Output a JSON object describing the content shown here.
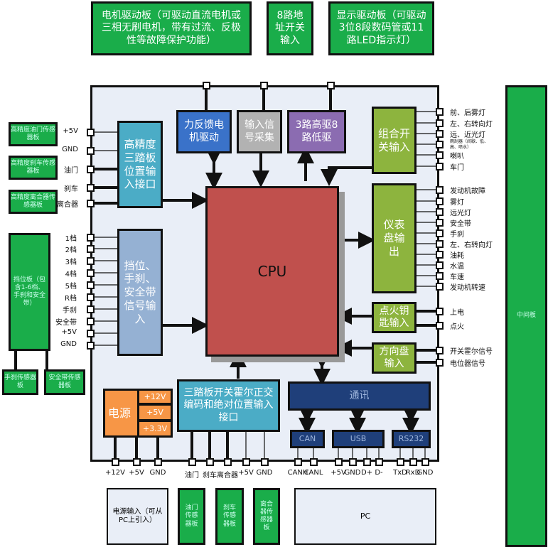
{
  "top": {
    "motor_board": "电机驱动板（可驱动直流电机或三相无刷电机，带有过流、反极性等故障保护功能）",
    "address_switch": "8路地址开关输入",
    "display_board": "显示驱动板（可驱动3位8段数码管或11路LED指示灯）"
  },
  "blocks": {
    "force_feedback": "力反馈电机驱动",
    "input_sampling": "输入信号采集",
    "drivers": "3路高驱8路低驱",
    "pedal_input": "高精度三踏板位置输入接口",
    "gear_input": "挡位、手刹、安全带信号输入",
    "cpu": "CPU",
    "combo_switch": "组合开关输入",
    "dashboard": "仪表盘输出",
    "ignition": "点火钥匙输入",
    "steering": "方向盘输入",
    "power": "电源",
    "power_rails": [
      "+12V",
      "+5V",
      "+3.3V"
    ],
    "pedal_encoder": "三踏板开关霍尔正交编码和绝对位置输入接口",
    "comm": "通讯",
    "can": "CAN",
    "usb": "USB",
    "rs232": "RS232"
  },
  "left_boards": {
    "throttle": "高精度油门传感器板",
    "brake": "高精度刹车传感器板",
    "clutch": "高精度离合器传感器板",
    "gear": "挡位板（包含1-6档、手刹和安全带）",
    "handbrake": "手刹传感器板",
    "seatbelt": "安全带传感器板"
  },
  "left_pins_pedal": [
    "+5V",
    "GND",
    "油门",
    "刹车",
    "离合器"
  ],
  "left_pins_gear": [
    "1档",
    "2档",
    "3档",
    "4档",
    "5档",
    "R档",
    "手刹",
    "安全带",
    "+5V",
    "GND"
  ],
  "right_pins_combo": [
    "前、后雾灯",
    "左、右转向灯",
    "远、近光灯",
    "雨刮器（间歇、低、高、喷水）",
    "喇叭",
    "车门"
  ],
  "right_pins_dash": [
    "发动机故障",
    "雾灯",
    "远光灯",
    "安全带",
    "手刹",
    "左、右转向灯",
    "油耗",
    "水温",
    "车速",
    "发动机转速"
  ],
  "right_pins_ign": [
    "上电",
    "点火"
  ],
  "right_pins_steer": [
    "开关霍尔信号",
    "电位器信号"
  ],
  "middle_board": "中间板",
  "bottom_pins": {
    "power": [
      "+12V",
      "+5V",
      "GND"
    ],
    "pedal": [
      "油门",
      "刹车",
      "离合器",
      "+5V",
      "GND"
    ],
    "can": [
      "CANH",
      "CANL"
    ],
    "usb": [
      "+5V",
      "GND",
      "D+",
      "D-"
    ],
    "rs232": [
      "TxD",
      "RxD",
      "GND"
    ]
  },
  "bottom_boards": {
    "power_in": "电源输入（可从PC上引入）",
    "throttle": "油门传感器板",
    "brake": "刹车传感器板",
    "clutch": "离合器传感器板",
    "pc": "PC"
  },
  "colors": {
    "board": "#e9eef7",
    "green": "#1aad4a",
    "cpu": "#c0504d",
    "teal": "#4bacc6",
    "navy": "#1f3f7a",
    "olive": "#8db43e",
    "orange": "#f79646"
  }
}
